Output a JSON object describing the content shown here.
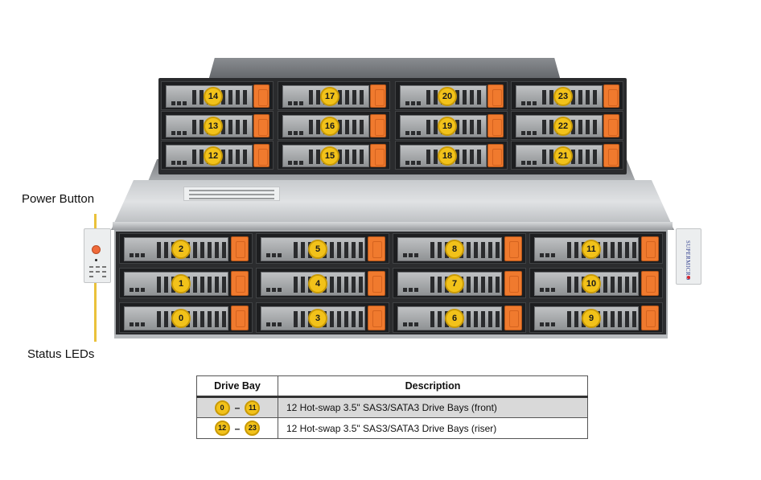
{
  "callouts": {
    "power_button": "Power Button",
    "status_leds": "Status LEDs"
  },
  "brand": "SUPERMICRO",
  "riser_bays": [
    {
      "row": 0,
      "labels": [
        "14",
        "17",
        "20",
        "23"
      ]
    },
    {
      "row": 1,
      "labels": [
        "13",
        "16",
        "19",
        "22"
      ]
    },
    {
      "row": 2,
      "labels": [
        "12",
        "15",
        "18",
        "21"
      ]
    }
  ],
  "front_bays": [
    {
      "row": 0,
      "labels": [
        "2",
        "5",
        "8",
        "11"
      ]
    },
    {
      "row": 1,
      "labels": [
        "1",
        "4",
        "7",
        "10"
      ]
    },
    {
      "row": 2,
      "labels": [
        "0",
        "3",
        "6",
        "9"
      ]
    }
  ],
  "table": {
    "headers": [
      "Drive Bay",
      "Description"
    ],
    "rows": [
      {
        "from": "0",
        "to": "11",
        "dash": "–",
        "description": "12 Hot-swap 3.5\" SAS3/SATA3 Drive Bays (front)"
      },
      {
        "from": "12",
        "to": "23",
        "dash": "–",
        "description": "12 Hot-swap 3.5\" SAS3/SATA3 Drive Bays (riser)"
      }
    ]
  },
  "colors": {
    "badge": "#f2c21a",
    "handle": "#f07a2e",
    "callout_line": "#eac13a",
    "power_led": "#ef6a3a"
  }
}
